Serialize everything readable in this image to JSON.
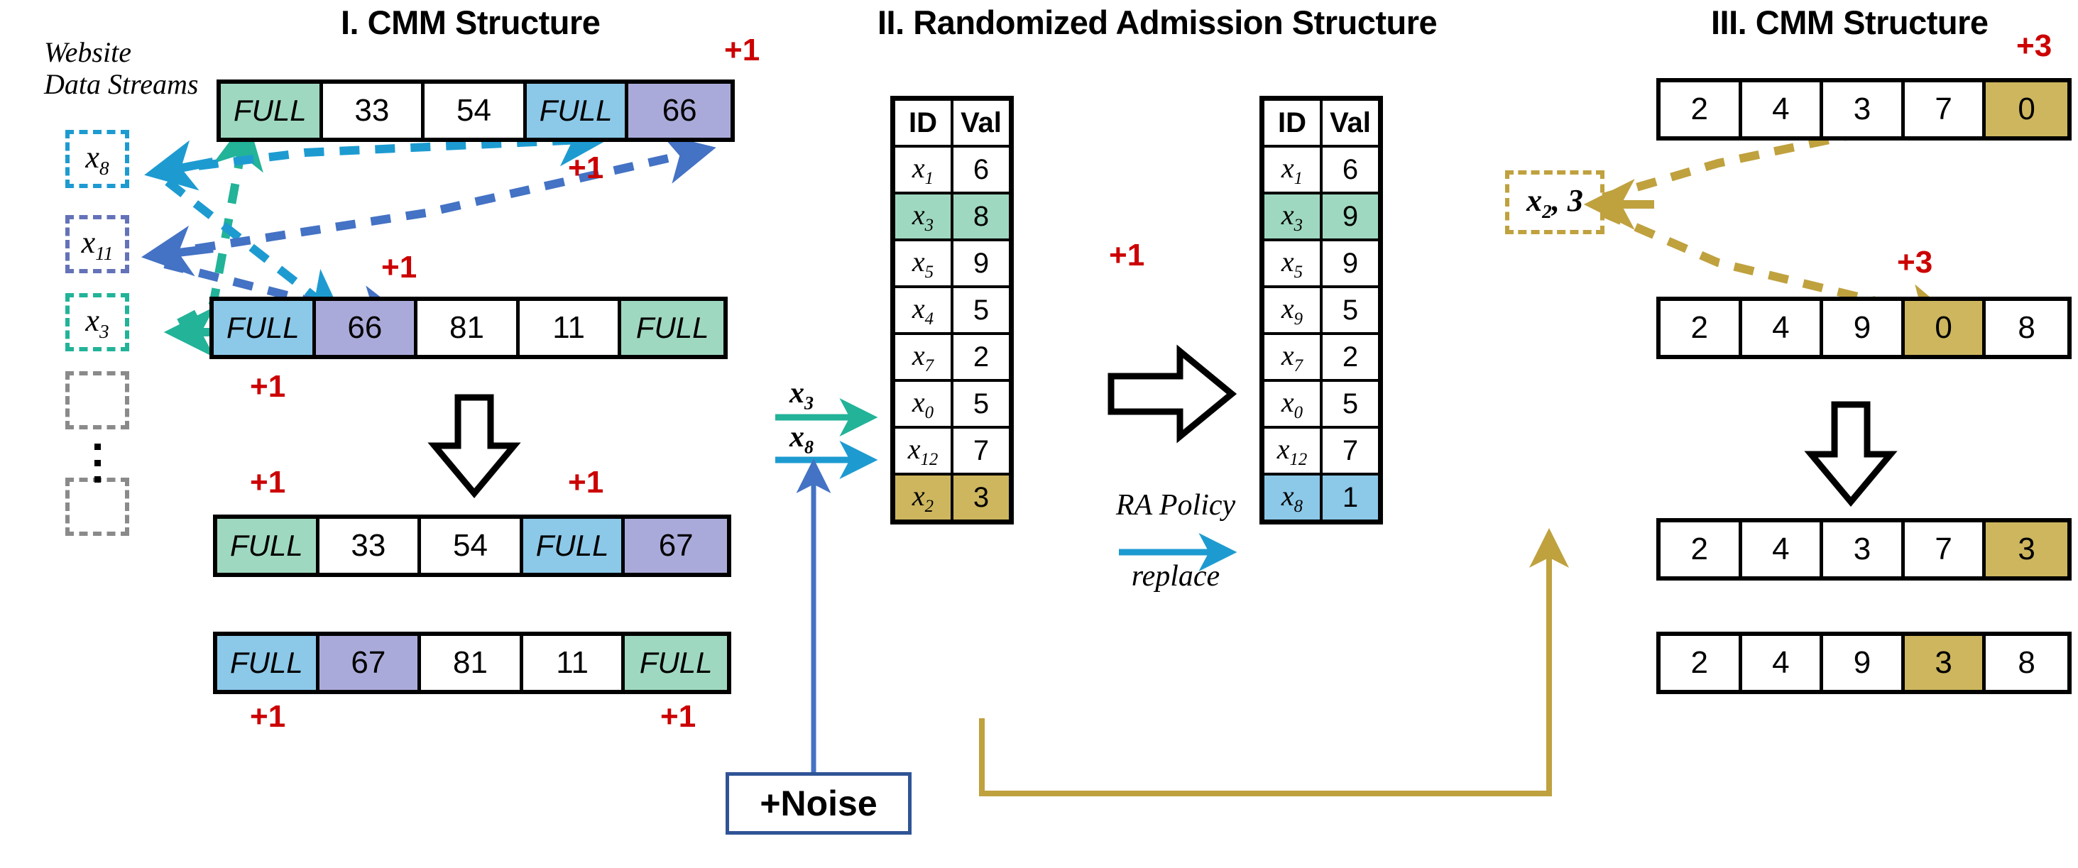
{
  "sections": {
    "one": {
      "title": "I. CMM Structure"
    },
    "two": {
      "title": "II. Randomized Admission Structure"
    },
    "three": {
      "title": "III. CMM Structure"
    }
  },
  "stream_label": {
    "line1": "Website",
    "line2": "Data Streams"
  },
  "streams": [
    {
      "id": "x8",
      "base": "x",
      "sub": "8",
      "color": "#1d9bd1"
    },
    {
      "id": "x11",
      "base": "x",
      "sub": "11",
      "color": "#6472b8"
    },
    {
      "id": "x3",
      "base": "x",
      "sub": "3",
      "color": "#22b398"
    },
    {
      "id": "empty1",
      "base": "",
      "sub": "",
      "color": "#8a8a8a"
    },
    {
      "id": "empty2",
      "base": "",
      "sub": "",
      "color": "#8a8a8a"
    }
  ],
  "cmm_before": {
    "row1": [
      {
        "text": "FULL",
        "style": "green",
        "italic": true
      },
      {
        "text": "33",
        "style": "white",
        "italic": false
      },
      {
        "text": "54",
        "style": "white",
        "italic": false
      },
      {
        "text": "FULL",
        "style": "blue",
        "italic": true
      },
      {
        "text": "66",
        "style": "purple",
        "italic": false
      }
    ],
    "row2": [
      {
        "text": "FULL",
        "style": "blue",
        "italic": true
      },
      {
        "text": "66",
        "style": "purple",
        "italic": false
      },
      {
        "text": "81",
        "style": "white",
        "italic": false
      },
      {
        "text": "11",
        "style": "white",
        "italic": false
      },
      {
        "text": "FULL",
        "style": "green",
        "italic": true
      }
    ]
  },
  "cmm_after": {
    "row1": [
      {
        "text": "FULL",
        "style": "green",
        "italic": true
      },
      {
        "text": "33",
        "style": "white",
        "italic": false
      },
      {
        "text": "54",
        "style": "white",
        "italic": false
      },
      {
        "text": "FULL",
        "style": "blue",
        "italic": true
      },
      {
        "text": "67",
        "style": "purple",
        "italic": false
      }
    ],
    "row2": [
      {
        "text": "FULL",
        "style": "blue",
        "italic": true
      },
      {
        "text": "67",
        "style": "purple",
        "italic": false
      },
      {
        "text": "81",
        "style": "white",
        "italic": false
      },
      {
        "text": "11",
        "style": "white",
        "italic": false
      },
      {
        "text": "FULL",
        "style": "green",
        "italic": true
      }
    ]
  },
  "increments_left": {
    "r1_end": "+1",
    "r1_mid": "+1",
    "r2_top": "+1",
    "r2_below": "+1",
    "a1_left": "+1",
    "a1_right": "+1",
    "a2_left": "+1",
    "a2_right": "+1"
  },
  "ra": {
    "headers": [
      "ID",
      "Val"
    ],
    "before": {
      "rows": [
        {
          "id": "x",
          "sub": "1",
          "val": "6",
          "style": "plain"
        },
        {
          "id": "x",
          "sub": "3",
          "val": "8",
          "style": "green"
        },
        {
          "id": "x",
          "sub": "5",
          "val": "9",
          "style": "plain"
        },
        {
          "id": "x",
          "sub": "4",
          "val": "5",
          "style": "plain"
        },
        {
          "id": "x",
          "sub": "7",
          "val": "2",
          "style": "plain"
        },
        {
          "id": "x",
          "sub": "0",
          "val": "5",
          "style": "plain"
        },
        {
          "id": "x",
          "sub": "12",
          "val": "7",
          "style": "plain"
        },
        {
          "id": "x",
          "sub": "2",
          "val": "3",
          "style": "gold"
        }
      ]
    },
    "after": {
      "rows": [
        {
          "id": "x",
          "sub": "1",
          "val": "6",
          "style": "plain"
        },
        {
          "id": "x",
          "sub": "3",
          "val": "9",
          "style": "green"
        },
        {
          "id": "x",
          "sub": "5",
          "val": "9",
          "style": "plain"
        },
        {
          "id": "x",
          "sub": "9",
          "val": "5",
          "style": "plain"
        },
        {
          "id": "x",
          "sub": "7",
          "val": "2",
          "style": "plain"
        },
        {
          "id": "x",
          "sub": "0",
          "val": "5",
          "style": "plain"
        },
        {
          "id": "x",
          "sub": "12",
          "val": "7",
          "style": "plain"
        },
        {
          "id": "x",
          "sub": "8",
          "val": "1",
          "style": "blue"
        }
      ]
    },
    "increment": "+1",
    "policy_line1": "RA Policy",
    "policy_line2": "replace",
    "stream_arrow_labels": [
      {
        "base": "x",
        "sub": "3",
        "color": "#22b398"
      },
      {
        "base": "x",
        "sub": "8",
        "color": "#1d9bd1"
      }
    ]
  },
  "noise": {
    "label": "+Noise",
    "border_color": "#2f5496"
  },
  "evicted": {
    "base": "x",
    "sub": "2",
    "rest": ", 3",
    "color": "#bfa13e"
  },
  "cmm3": {
    "before": {
      "row1": [
        {
          "text": "2",
          "style": "white"
        },
        {
          "text": "4",
          "style": "white"
        },
        {
          "text": "3",
          "style": "white"
        },
        {
          "text": "7",
          "style": "white"
        },
        {
          "text": "0",
          "style": "gold"
        }
      ],
      "row2": [
        {
          "text": "2",
          "style": "white"
        },
        {
          "text": "4",
          "style": "white"
        },
        {
          "text": "9",
          "style": "white"
        },
        {
          "text": "0",
          "style": "gold"
        },
        {
          "text": "8",
          "style": "white"
        }
      ]
    },
    "after": {
      "row1": [
        {
          "text": "2",
          "style": "white"
        },
        {
          "text": "4",
          "style": "white"
        },
        {
          "text": "3",
          "style": "white"
        },
        {
          "text": "7",
          "style": "white"
        },
        {
          "text": "3",
          "style": "gold"
        }
      ],
      "row2": [
        {
          "text": "2",
          "style": "white"
        },
        {
          "text": "4",
          "style": "white"
        },
        {
          "text": "9",
          "style": "white"
        },
        {
          "text": "3",
          "style": "gold"
        },
        {
          "text": "8",
          "style": "white"
        }
      ]
    },
    "increments": {
      "top": "+3",
      "mid": "+3"
    }
  },
  "colors": {
    "green": "#9fd8c0",
    "blue": "#8cc8e8",
    "purple": "#aaaada",
    "gold": "#cdb65e",
    "red": "#cc0000",
    "teal_arrow": "#22b398",
    "cyan_arrow": "#1d9bd1",
    "blue_arrow": "#4472c4",
    "gold_arrow": "#bfa13e",
    "noise_blue": "#2f5496"
  }
}
